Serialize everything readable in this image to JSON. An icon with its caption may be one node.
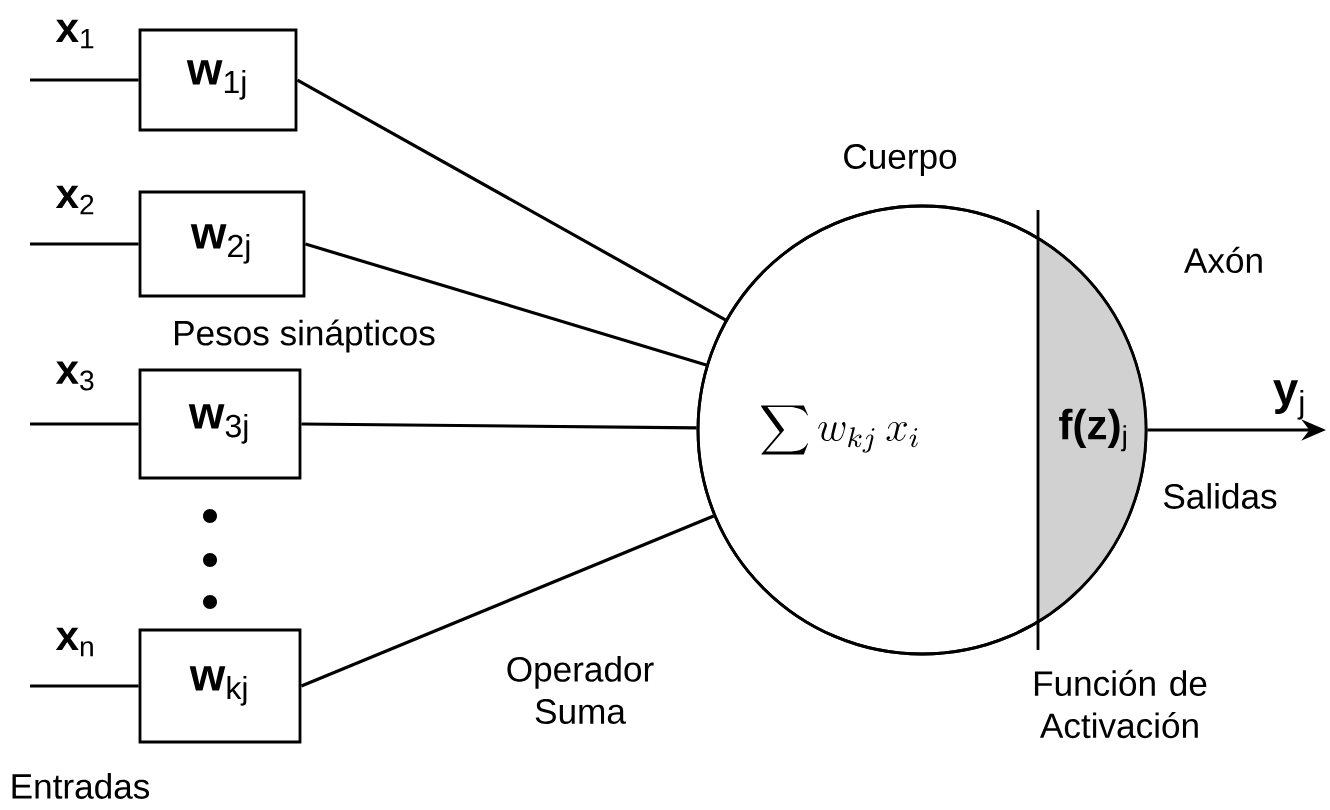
{
  "diagram": {
    "nodes": [
      {
        "text": [
          "**w**$_{1j}$"
        ]
      },
      {
        "text": [
          "**w**$_{2j}$"
        ]
      },
      {
        "text": [
          "**w**$_{3j}$"
        ]
      },
      {
        "text": [
          "**w**$_{kj}$"
        ]
      },
      {
        "text": [
          "\\sum w_{kj}\\, x_i",
          "**f(z)**$_{j}$"
        ]
      }
    ],
    "edges": [
      {
        "from": null,
        "to": 0,
        "arrow": "none"
      },
      {
        "from": null,
        "to": 1,
        "arrow": "none"
      },
      {
        "from": null,
        "to": 2,
        "arrow": "none"
      },
      {
        "from": null,
        "to": 3,
        "arrow": "none"
      },
      {
        "from": 0,
        "to": 4,
        "arrow": "none"
      },
      {
        "from": 1,
        "to": 4,
        "arrow": "none"
      },
      {
        "from": 2,
        "to": 4,
        "arrow": "none"
      },
      {
        "from": 3,
        "to": 4,
        "arrow": "none"
      },
      {
        "from": 4,
        "to": null,
        "arrow": "to",
        "label": "**y**$_{j}$"
      }
    ],
    "labels": [
      "**x**$_{1}$",
      "**x**$_{2}$",
      "Pesos sinápticos",
      "**x**$_{3}$",
      "Cuerpo",
      "Axón",
      "Salidas",
      "**x**$_{n}$",
      "Operador Suma",
      "Función de Activación",
      "Entradas"
    ]
  }
}
